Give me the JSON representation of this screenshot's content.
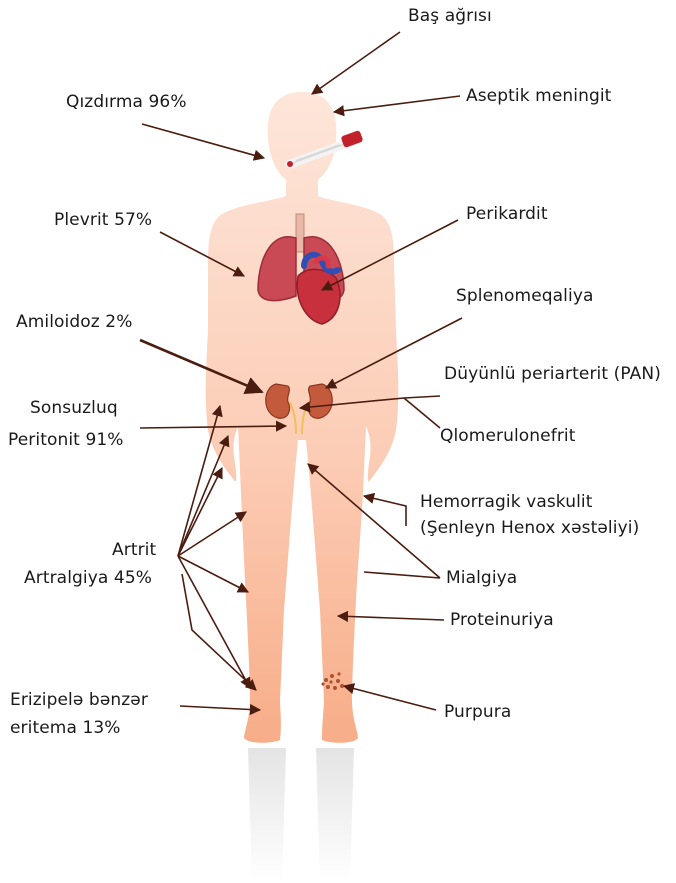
{
  "colors": {
    "skin_light": "#fde3d6",
    "skin_mid": "#fccab2",
    "skin_dark": "#f6a982",
    "arrow": "#4a1d10",
    "organ_red": "#c9303e",
    "vessel_blue": "#2f4fb5",
    "kidney": "#c45a3c",
    "purpura": "#b0522e",
    "reflection": "#e6e6e6"
  },
  "icons": {
    "thermometer": "thermometer-icon",
    "lungs": "lungs-icon",
    "heart": "heart-icon",
    "kidneys": "kidneys-icon",
    "purpura_spots": "purpura-spots-icon"
  },
  "labels": {
    "bas_agrisi": "Baş ağrısı",
    "qizdirma": "Qızdırma 96%",
    "aseptik_meningit": "Aseptik meningit",
    "plevrit": "Plevrit 57%",
    "perikardit": "Perikardit",
    "splenomeqaliya": "Splenomeqaliya",
    "amiloidoz": "Amiloidoz 2%",
    "pan": "Düyünlü periarterit (PAN)",
    "sonsuzluq": "Sonsuzluq",
    "peritonit": "Peritonit 91%",
    "qlomerulonefrit": "Qlomerulonefrit",
    "hemorragik_line1": "Hemorragik vaskulit",
    "hemorragik_line2": "(Şenleyn Henox xəstəliyi)",
    "artrit": "Artrit",
    "artralgiya": "Artralgiya 45%",
    "mialgiya": "Mialgiya",
    "proteinuriya": "Proteinuriya",
    "erizipele_line1": "Erizipelə bənzər",
    "erizipele_line2": "eritema 13%",
    "purpura": "Purpura"
  }
}
